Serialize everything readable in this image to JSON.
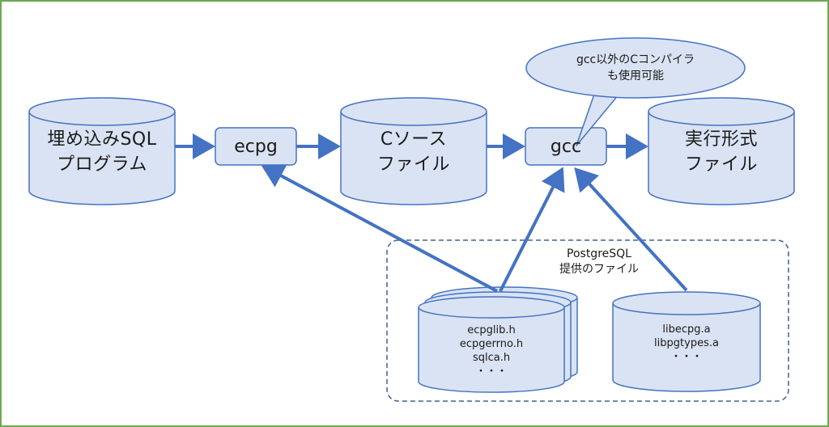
{
  "colors": {
    "frame": "#6aa84f",
    "fill": "#dae3f3",
    "stroke": "#4472c4",
    "arrow": "#4472c4",
    "text": "#1a1a1a"
  },
  "nodes": {
    "embedded_sql": {
      "lines": [
        "埋め込みSQL",
        "プログラム"
      ]
    },
    "ecpg": {
      "label": "ecpg"
    },
    "c_source": {
      "lines": [
        "Cソース",
        "ファイル"
      ]
    },
    "gcc": {
      "label": "gcc"
    },
    "executable": {
      "lines": [
        "実行形式",
        "ファイル"
      ]
    },
    "headers": {
      "lines": [
        "ecpglib.h",
        "ecpgerrno.h",
        "sqlca.h",
        "・・・"
      ]
    },
    "libraries": {
      "lines": [
        "libecpg.a",
        "libpgtypes.a",
        "・・・"
      ]
    }
  },
  "callout": {
    "lines": [
      "gcc以外のCコンパイラ",
      "も使用可能"
    ]
  },
  "group": {
    "lines": [
      "PostgreSQL",
      "提供のファイル"
    ]
  }
}
